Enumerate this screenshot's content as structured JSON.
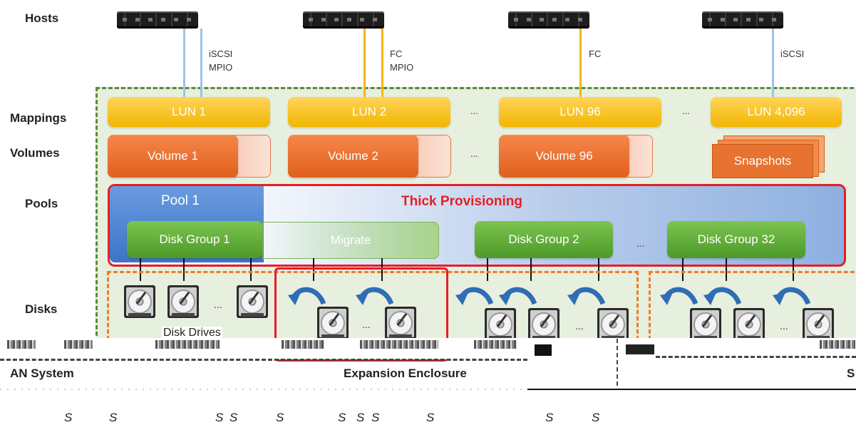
{
  "rows": {
    "hosts": "Hosts",
    "mappings": "Mappings",
    "volumes": "Volumes",
    "pools": "Pools",
    "disks": "Disks"
  },
  "host_links": [
    {
      "label1": "iSCSI",
      "label2": "MPIO"
    },
    {
      "label1": "FC",
      "label2": "MPIO"
    },
    {
      "label1": "FC",
      "label2": ""
    },
    {
      "label1": "iSCSI",
      "label2": ""
    }
  ],
  "luns": [
    "LUN 1",
    "LUN 2",
    "LUN 96",
    "LUN 4,096"
  ],
  "volumes": [
    "Volume 1",
    "Volume 2",
    "Volume 96"
  ],
  "snapshots": "Snapshots",
  "ellipsis": "...",
  "pool": {
    "name": "Pool 1",
    "provisioning": "Thick Provisioning"
  },
  "disk_groups": [
    "Disk Group 1",
    "Disk Group 2",
    "Disk Group 32"
  ],
  "migrate": "Migrate",
  "disk_drives": "Disk Drives",
  "systems": {
    "san_system": "AN System",
    "expansion": "Expansion Enclosure",
    "right_cut": "S"
  },
  "s_marks": [
    "S",
    "S",
    "S",
    "S",
    "S",
    "S",
    "S",
    "S",
    "S",
    "S",
    "S"
  ],
  "colors": {
    "lun": "#f2b600",
    "volume": "#e05f1c",
    "pool": "#3d74c7",
    "disk_group": "#4c9a28",
    "highlight": "#e41e26",
    "iscsi_link": "#9dc3e6",
    "fc_link": "#f2b600"
  },
  "icons": {
    "server": "rack-server-icon",
    "disk": "hard-drive-icon",
    "migrate_arrow": "curved-arrow-icon"
  }
}
